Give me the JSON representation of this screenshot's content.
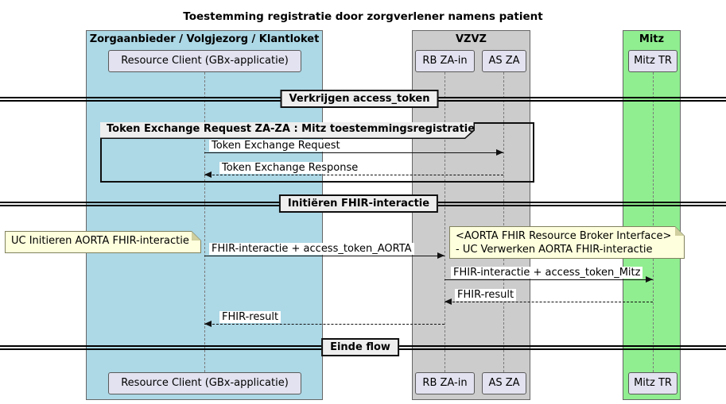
{
  "title": "Toestemming registratie door zorgverlener namens patient",
  "colors": {
    "zorgaanbieder_box": "#ADD8E6",
    "vzvz_box": "#CCCCCC",
    "mitz_box": "#90EE90",
    "participant_fill": "#E2E2F0",
    "note_fill": "#FEFFDD",
    "divider_fill": "#EEEEEE",
    "line": "#111111"
  },
  "boxes": [
    {
      "id": "zorgaanbieder",
      "label": "Zorgaanbieder / Volgjezorg / Klantloket"
    },
    {
      "id": "vzvz",
      "label": "VZVZ"
    },
    {
      "id": "mitz",
      "label": "Mitz"
    }
  ],
  "participants": [
    {
      "id": "resource-client",
      "label": "Resource Client (GBx-applicatie)"
    },
    {
      "id": "rb-za-in",
      "label": "RB ZA-in"
    },
    {
      "id": "as-za",
      "label": "AS ZA"
    },
    {
      "id": "mitz-tr",
      "label": "Mitz TR"
    }
  ],
  "dividers": [
    {
      "label": "Verkrijgen access_token"
    },
    {
      "label": "Initiëren FHIR-interactie"
    },
    {
      "label": "Einde flow"
    }
  ],
  "group": {
    "label": "Token Exchange Request ZA-ZA : Mitz toestemmingsregistratie"
  },
  "messages": [
    {
      "label": "Token Exchange Request",
      "from": "resource-client",
      "to": "as-za",
      "style": "solid"
    },
    {
      "label": "Token Exchange Response",
      "from": "as-za",
      "to": "resource-client",
      "style": "dashed"
    },
    {
      "label": "FHIR-interactie + access_token_AORTA",
      "from": "resource-client",
      "to": "rb-za-in",
      "style": "solid"
    },
    {
      "label": "FHIR-interactie + access_token_Mitz",
      "from": "rb-za-in",
      "to": "mitz-tr",
      "style": "solid"
    },
    {
      "label": "FHIR-result",
      "from": "mitz-tr",
      "to": "rb-za-in",
      "style": "dashed"
    },
    {
      "label": "FHIR-result",
      "from": "rb-za-in",
      "to": "resource-client",
      "style": "dashed"
    }
  ],
  "notes": [
    {
      "lines": [
        "UC Initieren AORTA FHIR-interactie"
      ]
    },
    {
      "lines": [
        "<AORTA FHIR Resource Broker Interface>",
        "- UC Verwerken AORTA FHIR-interactie"
      ]
    }
  ]
}
